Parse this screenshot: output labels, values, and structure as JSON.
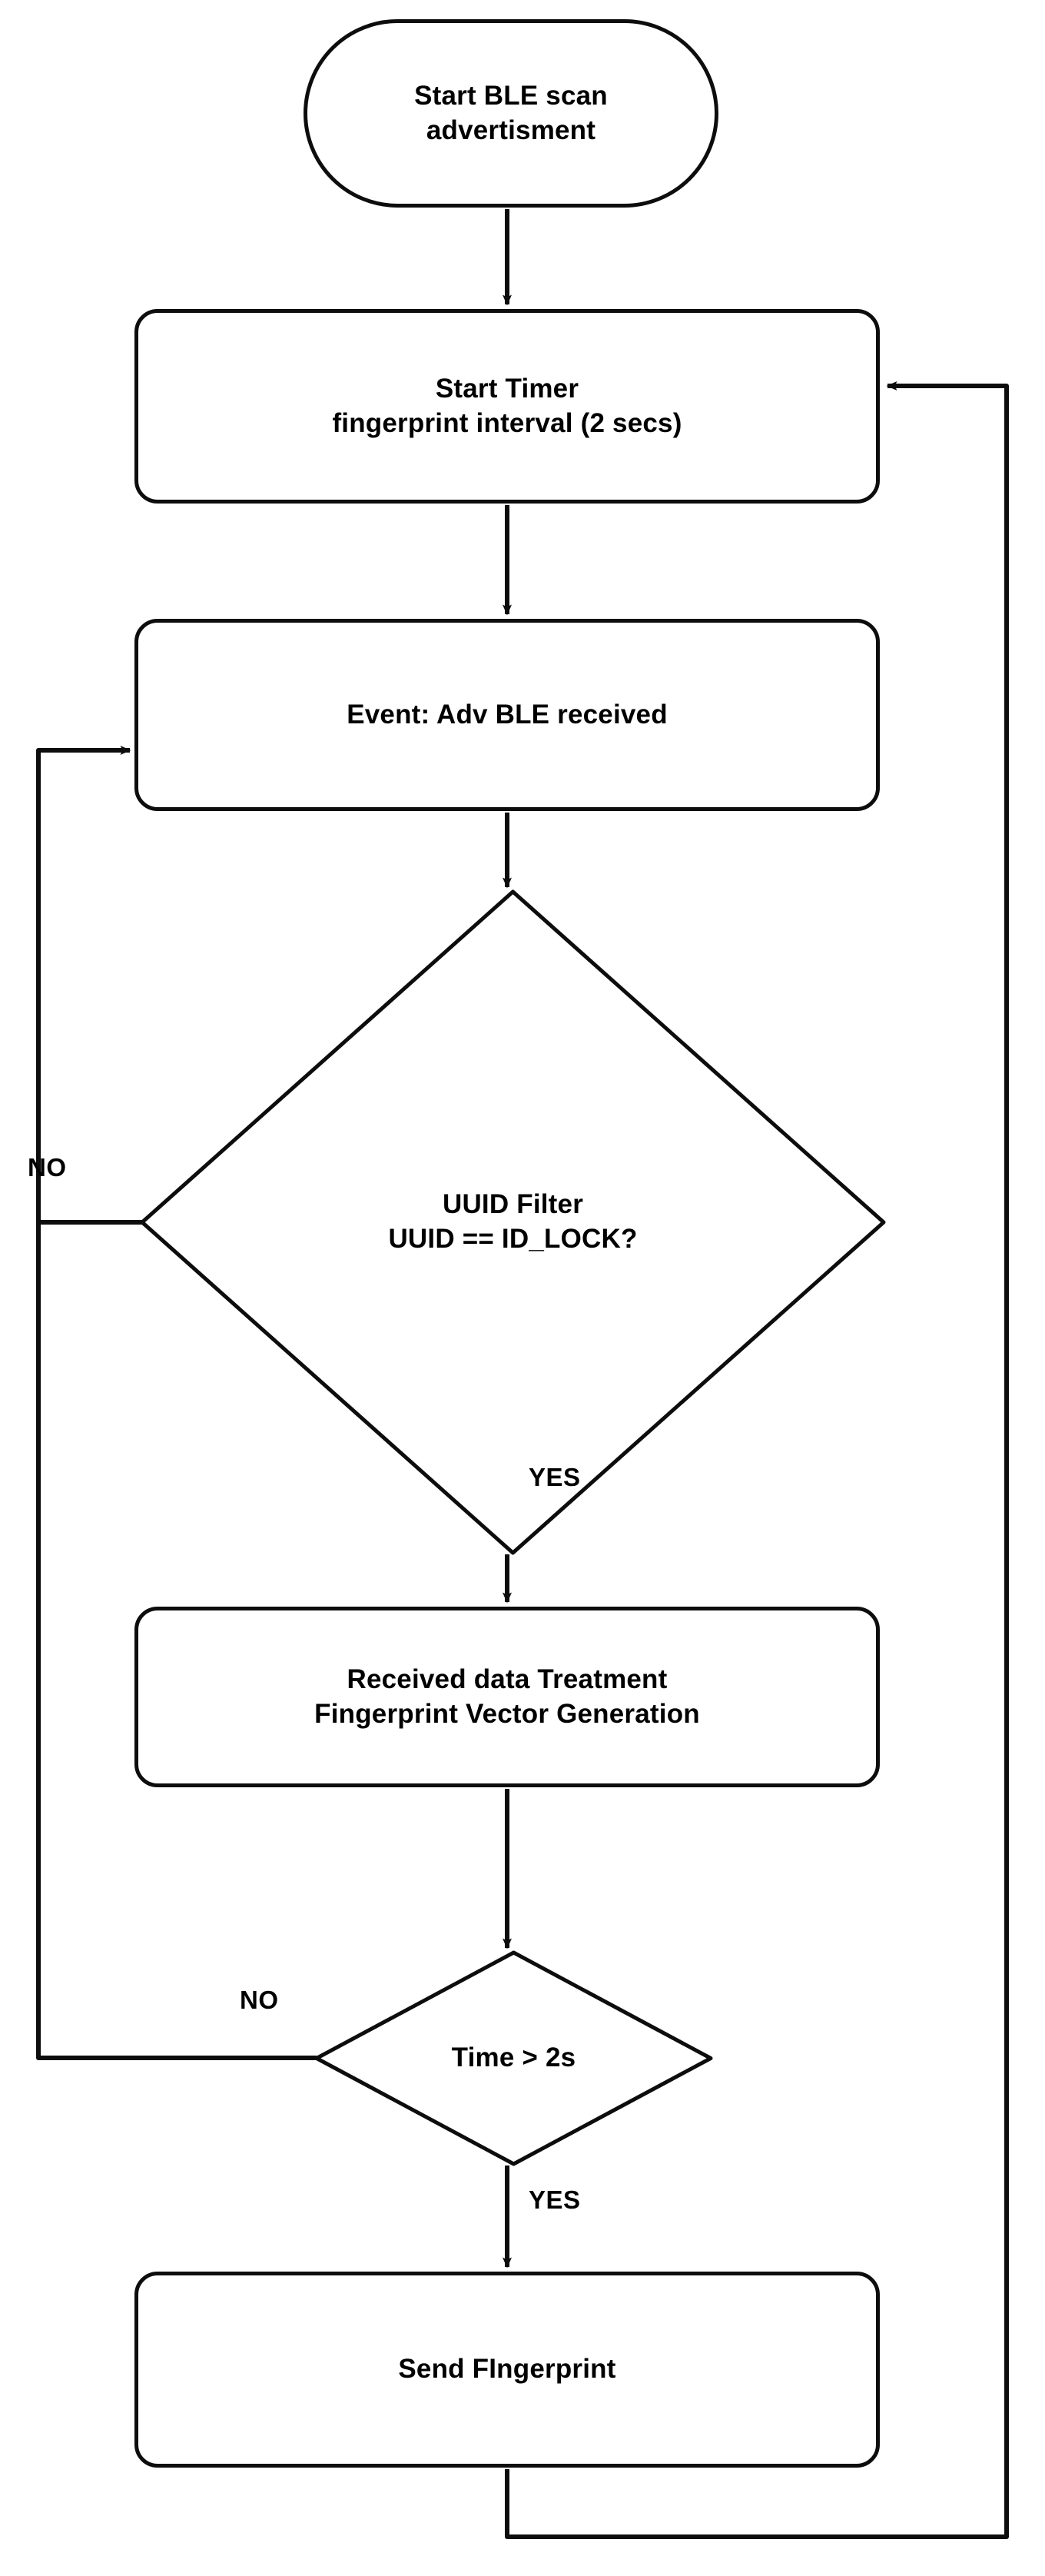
{
  "diagram": {
    "title": "BLE scan advertisement fingerprint flowchart",
    "type": "flowchart",
    "stroke_color": "#0d0d0d",
    "fill_color": "#ffffff",
    "text_color": "#000000"
  },
  "nodes": {
    "start": {
      "shape": "terminator",
      "label": "Start BLE scan\nadvertisment"
    },
    "start_timer": {
      "shape": "process",
      "label": "Start Timer\nfingerprint interval (2 secs)"
    },
    "event_adv": {
      "shape": "process",
      "label": "Event: Adv BLE received"
    },
    "uuid_filter": {
      "shape": "decision",
      "label": "UUID Filter\nUUID == ID_LOCK?"
    },
    "fingerprint_gen": {
      "shape": "process",
      "label": "Received data Treatment\nFingerprint Vector Generation"
    },
    "time_check": {
      "shape": "decision",
      "label": "Time > 2s"
    },
    "send_fingerprint": {
      "shape": "process",
      "label": "Send FIngerprint"
    }
  },
  "edges": {
    "no_uuid": "NO",
    "yes_uuid": "YES",
    "no_time": "NO",
    "yes_time": "YES"
  }
}
